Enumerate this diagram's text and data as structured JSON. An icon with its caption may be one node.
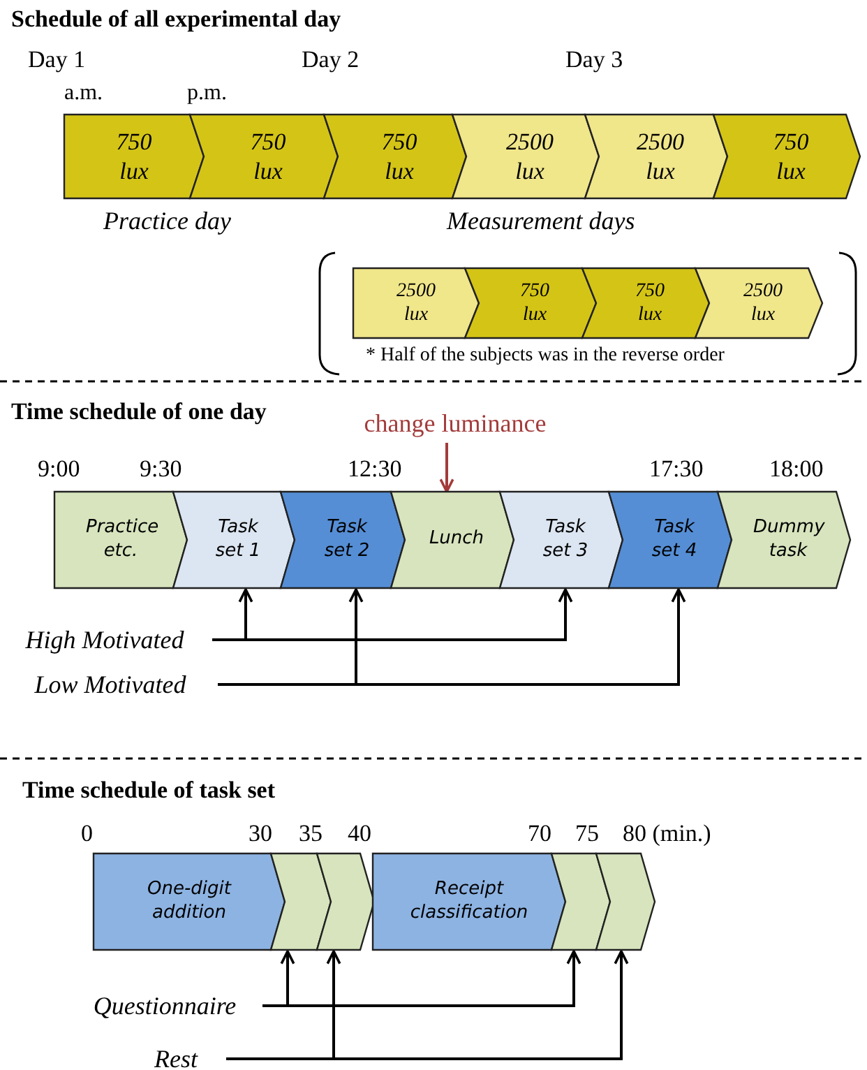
{
  "diagram": {
    "nodes": [
      {
        "text": [
          "750 lux"
        ]
      },
      {
        "text": [
          "750 lux"
        ]
      },
      {
        "text": [
          "750 lux"
        ]
      },
      {
        "text": [
          "2500 lux"
        ]
      },
      {
        "text": [
          "2500 lux"
        ]
      },
      {
        "text": [
          "750 lux"
        ]
      },
      {
        "text": [
          "2500 lux"
        ]
      },
      {
        "text": [
          "750 lux"
        ]
      },
      {
        "text": [
          "750 lux"
        ]
      },
      {
        "text": [
          "2500 lux"
        ]
      },
      {
        "text": [
          "Practice etc."
        ]
      },
      {
        "text": [
          "Task set 1"
        ]
      },
      {
        "text": [
          "Task set 2"
        ]
      },
      {
        "text": [
          "Lunch"
        ]
      },
      {
        "text": [
          "Task set 3"
        ]
      },
      {
        "text": [
          "Task set 4"
        ]
      },
      {
        "text": [
          "Dummy task"
        ]
      },
      {
        "text": [
          "High Motivated"
        ]
      },
      {
        "text": [
          "Low Motivated"
        ]
      },
      {
        "text": [
          "change luminance"
        ]
      },
      {
        "text": [
          "One-digit addition"
        ]
      },
      {
        "text": [],
        "shape": "box"
      },
      {
        "text": [],
        "shape": "box"
      },
      {
        "text": [
          "Receipt classification"
        ]
      },
      {
        "text": [],
        "shape": "box"
      },
      {
        "text": [],
        "shape": "box"
      },
      {
        "text": [
          "Questionnaire"
        ]
      },
      {
        "text": [
          "Rest"
        ]
      }
    ],
    "edges": [
      {
        "from": 17,
        "to": 11,
        "arrow": "to"
      },
      {
        "from": 17,
        "to": 14,
        "arrow": "to"
      },
      {
        "from": 18,
        "to": 12,
        "arrow": "to"
      },
      {
        "from": 18,
        "to": 15,
        "arrow": "to"
      },
      {
        "from": 19,
        "to": 13,
        "arrow": "to",
        "color": "#a33b3b"
      },
      {
        "from": 26,
        "to": 21,
        "arrow": "to"
      },
      {
        "from": 26,
        "to": 24,
        "arrow": "to"
      },
      {
        "from": 27,
        "to": 22,
        "arrow": "to"
      },
      {
        "from": 27,
        "to": 25,
        "arrow": "to"
      }
    ],
    "labels": [
      "Schedule of all experimental day",
      "Day 1",
      "Day 2",
      "Day 3",
      "a.m.",
      "p.m.",
      "Practice day",
      "Measurement days",
      "* Half of the subjects was in the reverse order",
      "Time schedule of one day",
      "9:00",
      "9:30",
      "12:30",
      "17:30",
      "18:00",
      "Time schedule of task set",
      "0",
      "30",
      "35",
      "40",
      "70",
      "75",
      "80 (min.)"
    ]
  }
}
